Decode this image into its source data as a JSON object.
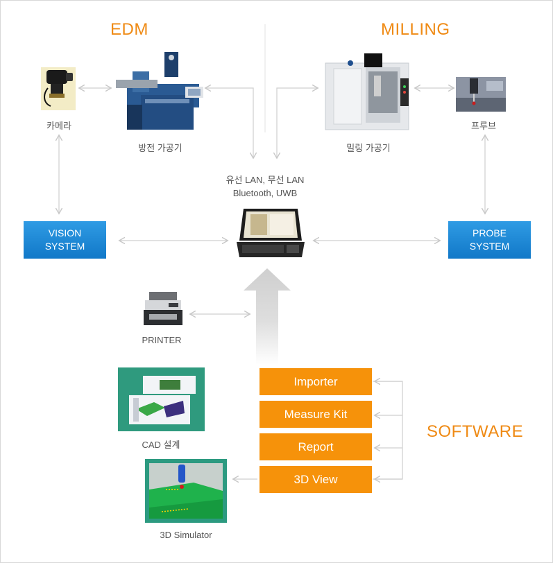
{
  "titles": {
    "edm": "EDM",
    "milling": "MILLING",
    "software": "SOFTWARE"
  },
  "captions": {
    "camera": "카메라",
    "edm_machine": "방전 가공기",
    "milling_machine": "밀링 가공기",
    "probe": "프루브",
    "network_line1": "유선 LAN, 무선 LAN",
    "network_line2": "Bluetooth, UWB",
    "printer": "PRINTER",
    "cad": "CAD 설계",
    "simulator": "3D Simulator"
  },
  "systems": {
    "vision": [
      "VISION",
      "SYSTEM"
    ],
    "probe": [
      "PROBE",
      "SYSTEM"
    ]
  },
  "software_modules": [
    "Importer",
    "Measure Kit",
    "Report",
    "3D View"
  ],
  "colors": {
    "accent": "#ef8a14",
    "module": "#f6920a",
    "system": "#1a86d6",
    "arrow": "#cfcfcf"
  }
}
